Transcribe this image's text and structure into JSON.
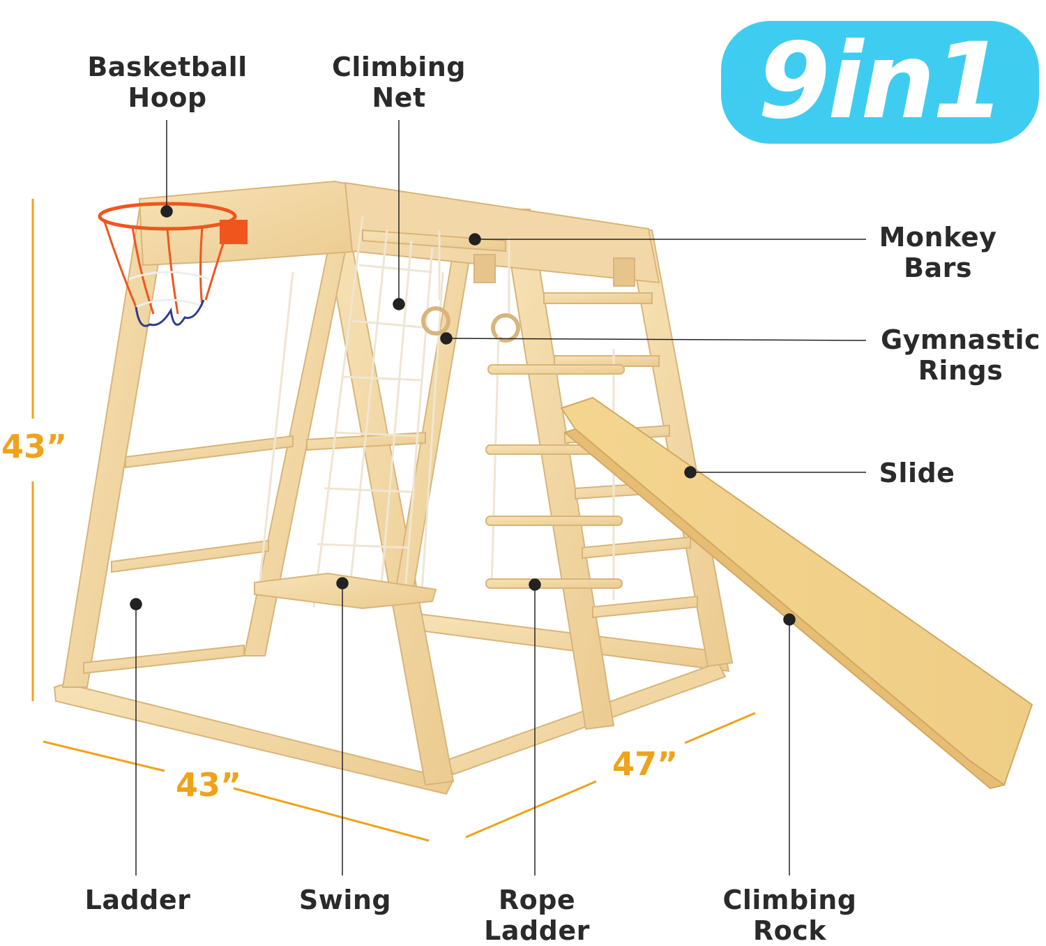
{
  "badge": {
    "text": "9in1",
    "color": "#3ecdf0",
    "text_color": "#ffffff"
  },
  "callouts": {
    "basketball_hoop": "Basketball\nHoop",
    "climbing_net": "Climbing\nNet",
    "monkey_bars": "Monkey\nBars",
    "gymnastic_rings": "Gymnastic\nRings",
    "slide": "Slide",
    "ladder": "Ladder",
    "swing": "Swing",
    "rope_ladder": "Rope\nLadder",
    "climbing_rock": "Climbing\nRock"
  },
  "dimensions": {
    "height": "43”",
    "width": "43”",
    "depth": "47”",
    "color": "#f0a21a"
  },
  "colors": {
    "label_text": "#2a2a2a",
    "wood": "#f3d9a6",
    "wood_dark": "#e2bd7f",
    "hoop": "#f0551e",
    "leader_line": "#222222"
  }
}
